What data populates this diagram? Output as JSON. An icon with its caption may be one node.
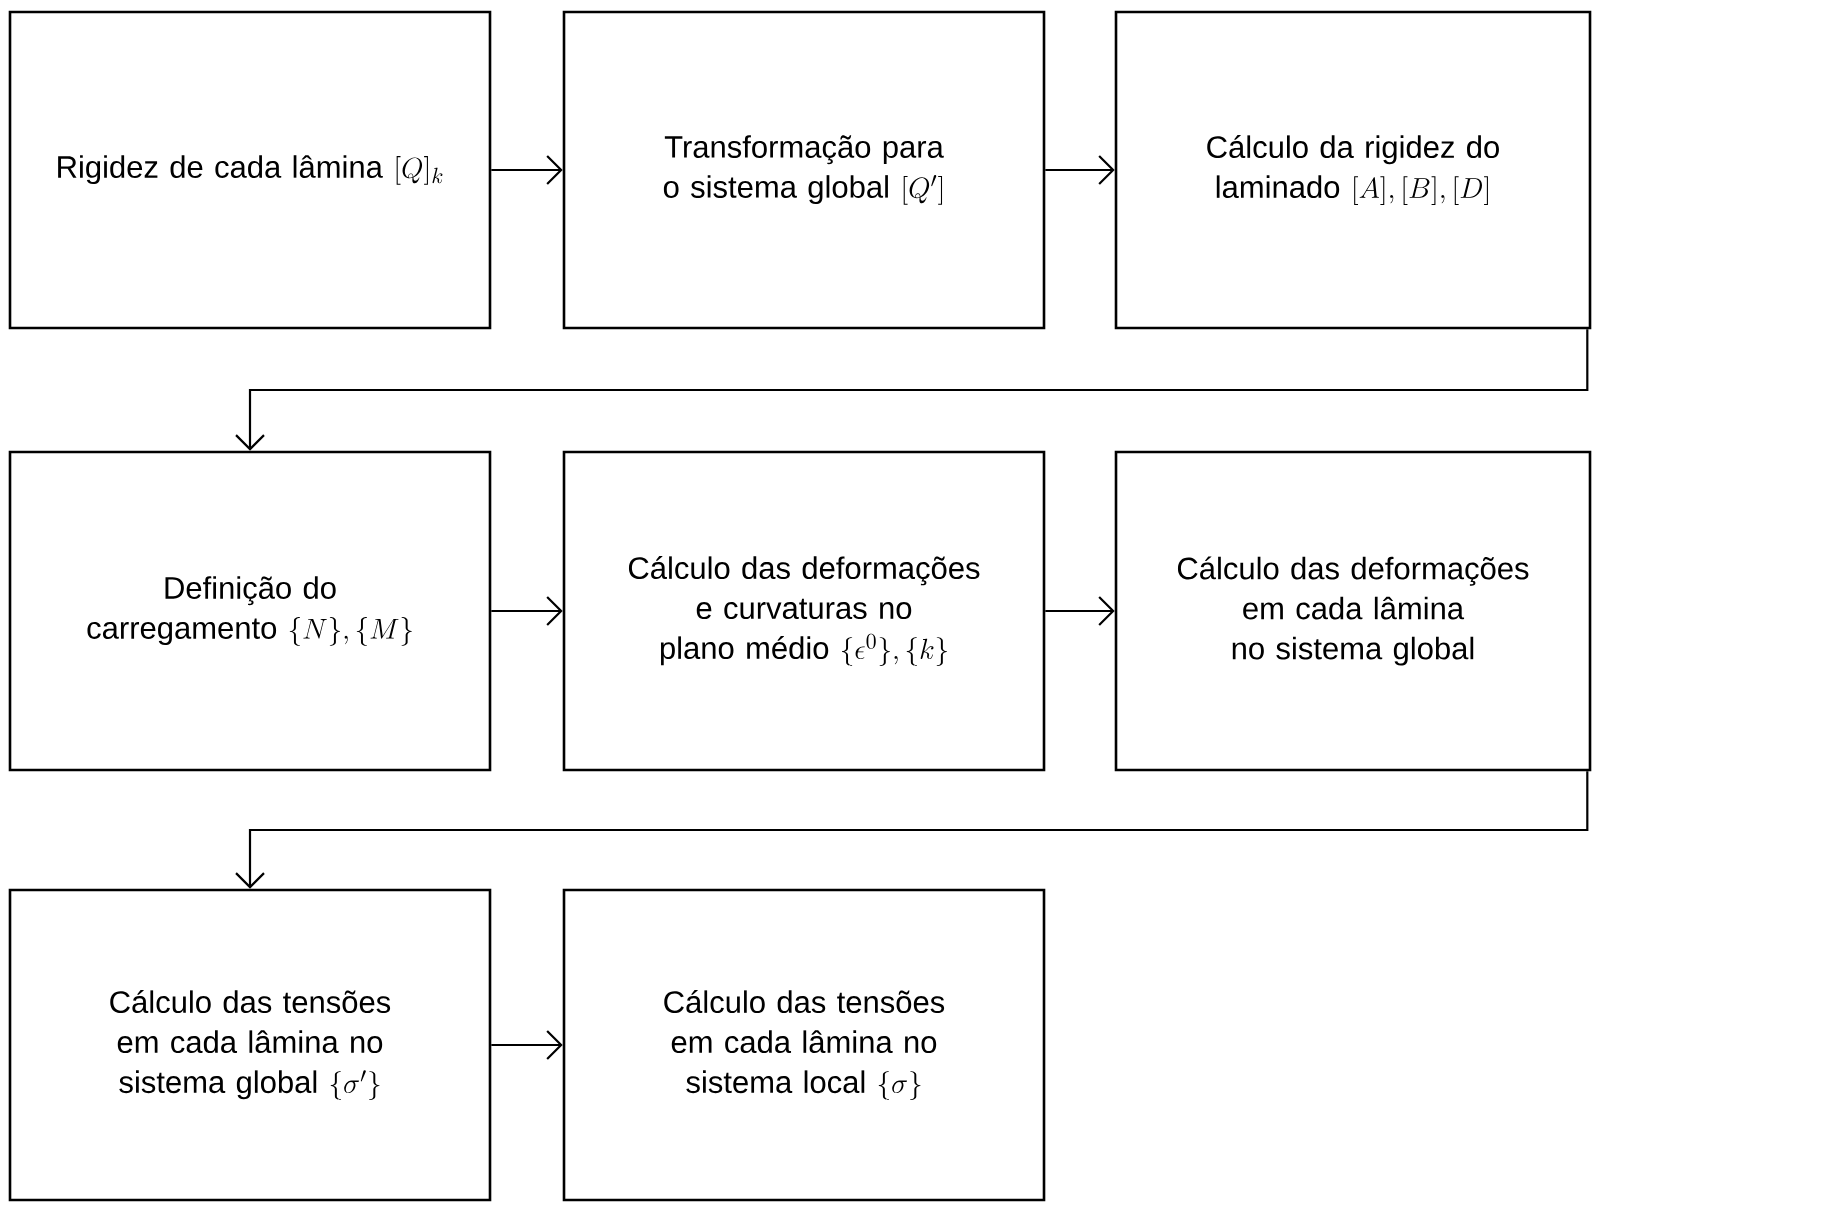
{
  "diagram": {
    "nodes": [
      {
        "text": [
          "Rigidez de cada lâmina",
          "[Q]_k"
        ]
      },
      {
        "text": [
          "Transformação para o sistema global",
          "[Q']"
        ]
      },
      {
        "text": [
          "Cálculo da rigidez do laminado",
          "[A], [B], [D]"
        ]
      },
      {
        "text": [
          "Definição do carregamento",
          "\\{N\\}, \\{M\\}"
        ]
      },
      {
        "text": [
          "Cálculo das deformações e curvaturas no plano médio",
          "\\{\\epsilon^0\\}, \\{k\\}"
        ]
      },
      {
        "text": [
          "Cálculo das deformações em cada lâmina no sistema global"
        ]
      },
      {
        "text": [
          "Cálculo das tensões em cada lâmina no sistema global",
          "\\{\\sigma'\\}"
        ]
      },
      {
        "text": [
          "Cálculo das tensões em cada lâmina no sistema local",
          "\\{\\sigma\\}"
        ]
      }
    ],
    "edges": [
      {
        "from": 0,
        "to": 1,
        "arrow": "to"
      },
      {
        "from": 1,
        "to": 2,
        "arrow": "to"
      },
      {
        "from": 2,
        "to": 3,
        "arrow": "to"
      },
      {
        "from": 3,
        "to": 4,
        "arrow": "to"
      },
      {
        "from": 4,
        "to": 5,
        "arrow": "to"
      },
      {
        "from": 5,
        "to": 6,
        "arrow": "to"
      },
      {
        "from": 6,
        "to": 7,
        "arrow": "to"
      }
    ]
  }
}
